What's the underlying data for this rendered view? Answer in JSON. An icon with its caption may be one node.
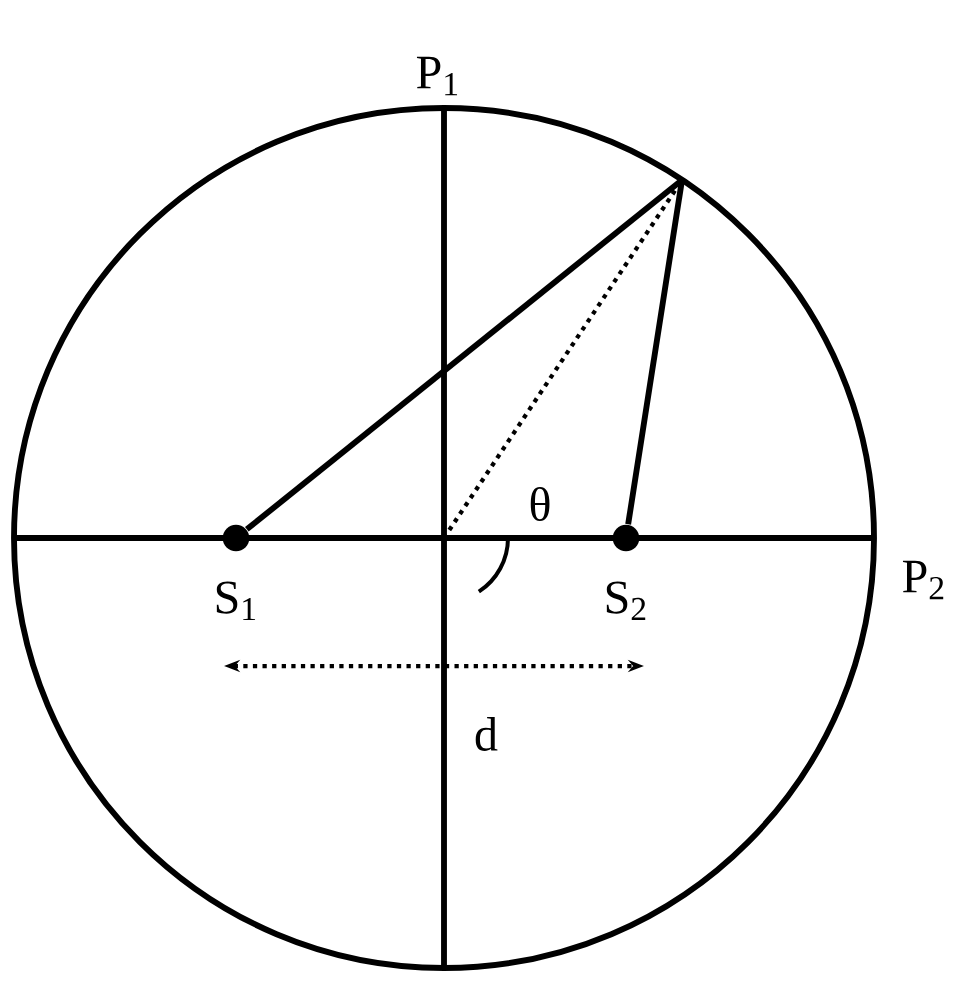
{
  "diagram": {
    "nodes": [
      {
        "text": [],
        "shape": "circle",
        "beside": [
          "S$_{1}$"
        ]
      },
      {
        "text": [],
        "shape": "circle",
        "beside": [
          "S$_{2}$"
        ]
      }
    ],
    "edges": [
      {
        "from": 0,
        "to": null,
        "arrow": "none"
      },
      {
        "from": 1,
        "to": null,
        "arrow": "none"
      }
    ],
    "labels": [
      "P$_{1}$",
      "θ",
      "P$_{2}$",
      "d"
    ]
  }
}
